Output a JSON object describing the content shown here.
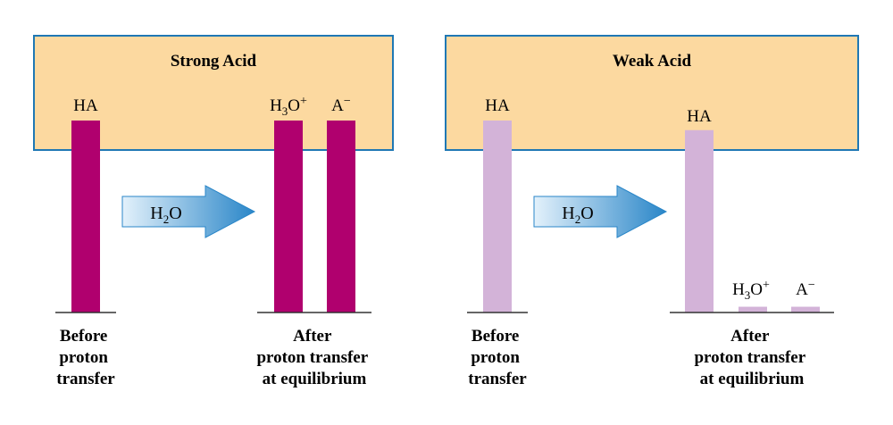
{
  "colors": {
    "box_fill": "#FCD9A0",
    "box_stroke": "#1F78B4",
    "strong_bar": "#B0006E",
    "weak_bar": "#D3B3D8",
    "arrow_light": "#E3F1FB",
    "arrow_dark": "#2A86C8",
    "baseline": "#333333"
  },
  "panels": [
    {
      "title": "Strong Acid",
      "before": {
        "label": "HA",
        "level": 1.0,
        "caption": [
          "Before",
          "proton",
          "transfer"
        ]
      },
      "arrow_label": {
        "main": "H",
        "sub": "2",
        "tail": "O"
      },
      "after": {
        "bars": [
          {
            "main": "H",
            "sub": "3",
            "tail": "O",
            "sup": "+",
            "level": 1.0
          },
          {
            "main": "A",
            "sub": "",
            "tail": "",
            "sup": "−",
            "level": 1.0
          }
        ],
        "caption": [
          "After",
          "proton transfer",
          "at equilibrium"
        ]
      }
    },
    {
      "title": "Weak Acid",
      "before": {
        "label": "HA",
        "level": 1.0,
        "caption": [
          "Before",
          "proton",
          "transfer"
        ]
      },
      "arrow_label": {
        "main": "H",
        "sub": "2",
        "tail": "O"
      },
      "after": {
        "bars": [
          {
            "main": "HA",
            "sub": "",
            "tail": "",
            "sup": "",
            "level": 0.95
          },
          {
            "main": "H",
            "sub": "3",
            "tail": "O",
            "sup": "+",
            "level": 0.03
          },
          {
            "main": "A",
            "sub": "",
            "tail": "",
            "sup": "−",
            "level": 0.03
          }
        ],
        "caption": [
          "After",
          "proton transfer",
          "at equilibrium"
        ]
      }
    }
  ]
}
